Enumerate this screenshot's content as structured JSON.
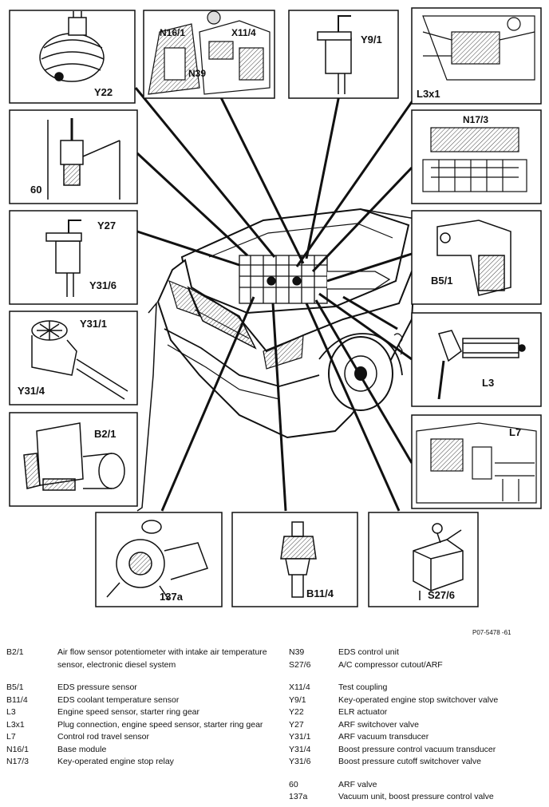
{
  "figure": {
    "ref": "P07-5478 -61",
    "panels": [
      {
        "id": "y22",
        "labels": [
          "Y22"
        ]
      },
      {
        "id": "n16-1",
        "labels": [
          "N16/1",
          "X11/4",
          "N39"
        ]
      },
      {
        "id": "y9-1",
        "labels": [
          "Y9/1"
        ]
      },
      {
        "id": "l3x1",
        "labels": [
          "L3x1"
        ]
      },
      {
        "id": "p60",
        "labels": [
          "60"
        ]
      },
      {
        "id": "n17-3",
        "labels": [
          "N17/3"
        ]
      },
      {
        "id": "y27",
        "labels": [
          "Y27",
          "Y31/6"
        ]
      },
      {
        "id": "b5-1",
        "labels": [
          "B5/1"
        ]
      },
      {
        "id": "y31-1",
        "labels": [
          "Y31/1",
          "Y31/4"
        ]
      },
      {
        "id": "l3",
        "labels": [
          "L3"
        ]
      },
      {
        "id": "b2-1",
        "labels": [
          "B2/1"
        ]
      },
      {
        "id": "l7",
        "labels": [
          "L7"
        ]
      },
      {
        "id": "p137a",
        "labels": [
          "137a"
        ]
      },
      {
        "id": "b11-4",
        "labels": [
          "B11/4"
        ]
      },
      {
        "id": "s27-6",
        "labels": [
          "S27/6"
        ]
      }
    ]
  },
  "legend": {
    "left": [
      {
        "code": "B2/1",
        "desc": "Air flow sensor potentiometer with intake air temperature sensor, electronic diesel system"
      },
      {
        "code": "B5/1",
        "desc": "EDS pressure sensor"
      },
      {
        "code": "B11/4",
        "desc": "EDS coolant temperature sensor"
      },
      {
        "code": "L3",
        "desc": "Engine speed sensor, starter ring gear"
      },
      {
        "code": "L3x1",
        "desc": "Plug connection, engine speed sensor, starter ring gear"
      },
      {
        "code": "L7",
        "desc": "Control rod travel sensor"
      },
      {
        "code": "N16/1",
        "desc": "Base module"
      },
      {
        "code": "N17/3",
        "desc": "Key-operated engine stop relay"
      }
    ],
    "right": [
      {
        "code": "N39",
        "desc": "EDS control unit"
      },
      {
        "code": "S27/6",
        "desc": "A/C compressor cutout/ARF"
      },
      {
        "code": "X11/4",
        "desc": "Test coupling"
      },
      {
        "code": "Y9/1",
        "desc": "Key-operated engine stop switchover valve"
      },
      {
        "code": "Y22",
        "desc": "ELR actuator"
      },
      {
        "code": "Y27",
        "desc": "ARF switchover valve"
      },
      {
        "code": "Y31/1",
        "desc": "ARF vacuum transducer"
      },
      {
        "code": "Y31/4",
        "desc": "Boost pressure control vacuum transducer"
      },
      {
        "code": "Y31/6",
        "desc": "Boost pressure cutoff switchover valve"
      },
      {
        "code": "60",
        "desc": "ARF valve"
      },
      {
        "code": "137a",
        "desc": "Vacuum unit, boost pressure control valve"
      }
    ]
  }
}
